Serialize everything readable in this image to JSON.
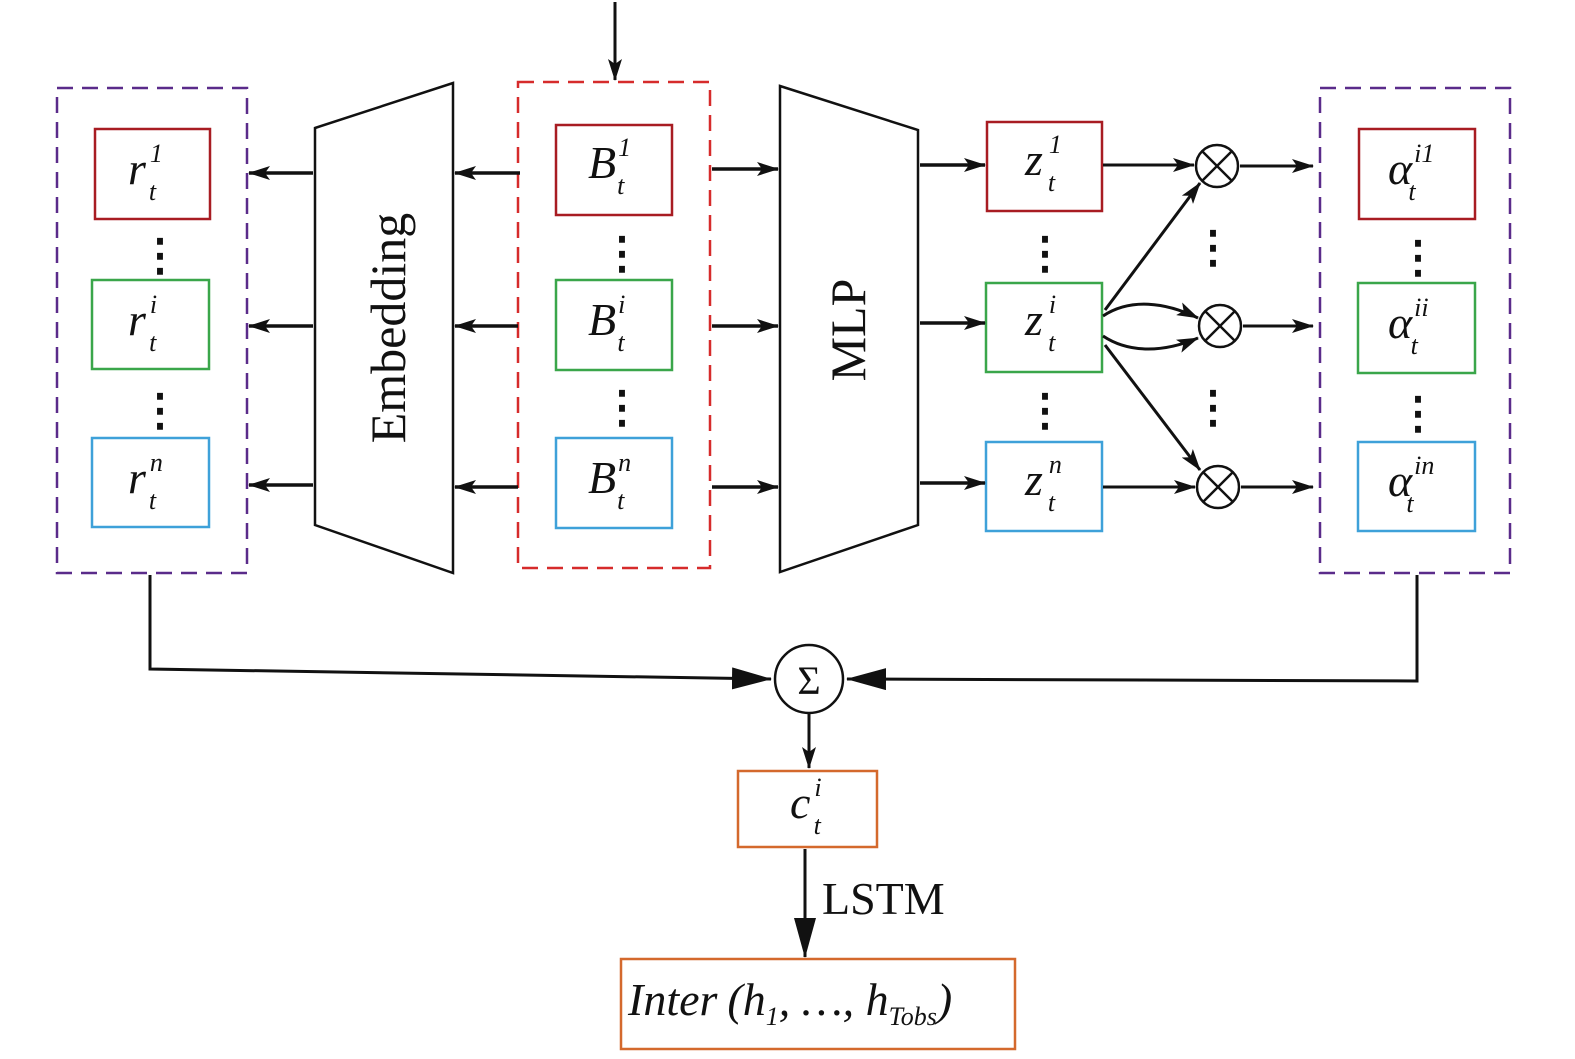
{
  "blocks": {
    "embedding": "Embedding",
    "mlp": "MLP",
    "lstm": "LSTM",
    "sum": "Σ",
    "times": "⊗",
    "vdots": "⋮"
  },
  "r": [
    {
      "base": "r",
      "sup": "1",
      "sub": "t"
    },
    {
      "base": "r",
      "sup": "i",
      "sub": "t"
    },
    {
      "base": "r",
      "sup": "n",
      "sub": "t"
    }
  ],
  "B": [
    {
      "base": "B",
      "sup": "1",
      "sub": "t"
    },
    {
      "base": "B",
      "sup": "i",
      "sub": "t"
    },
    {
      "base": "B",
      "sup": "n",
      "sub": "t"
    }
  ],
  "z": [
    {
      "base": "z",
      "sup": "1",
      "sub": "t"
    },
    {
      "base": "z",
      "sup": "i",
      "sub": "t"
    },
    {
      "base": "z",
      "sup": "n",
      "sub": "t"
    }
  ],
  "alpha": [
    {
      "base": "α",
      "sup": "i1",
      "sub": "t"
    },
    {
      "base": "α",
      "sup": "ii",
      "sub": "t"
    },
    {
      "base": "α",
      "sup": "in",
      "sub": "t"
    }
  ],
  "c": {
    "base": "c",
    "sup": "i",
    "sub": "t"
  },
  "output": {
    "word": "Inter",
    "open": "(",
    "h1": "h",
    "h1_sub": "1",
    "sep": ", …, ",
    "hT": "h",
    "hT_sub": "Tobs",
    "close": ")"
  },
  "colors": {
    "red": "#a81c22",
    "green": "#3aa64a",
    "blue": "#3ea1d9",
    "orange": "#d4692d",
    "purple": "#5a2b8a",
    "dashed_red": "#d62b2b",
    "line": "#111111"
  }
}
